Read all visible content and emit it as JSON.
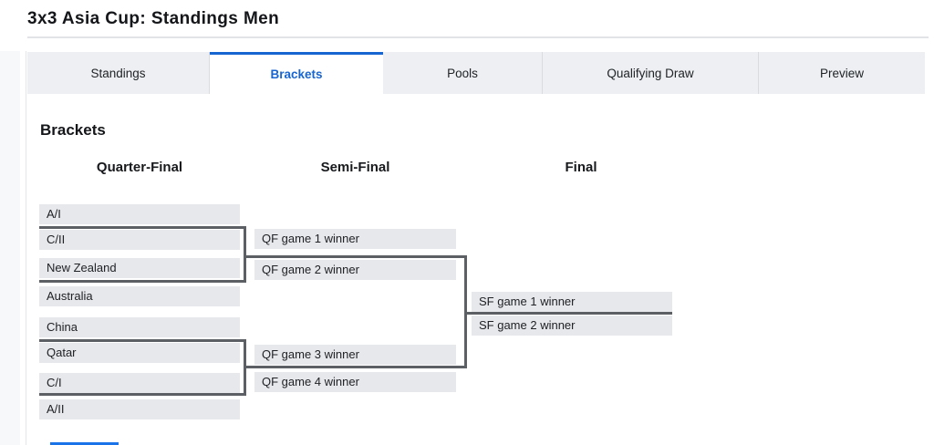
{
  "header": {
    "title": "3x3 Asia Cup: Standings Men"
  },
  "tabs": [
    {
      "label": "Standings",
      "active": false
    },
    {
      "label": "Brackets",
      "active": true
    },
    {
      "label": "Pools",
      "active": false
    },
    {
      "label": "Qualifying Draw",
      "active": false
    },
    {
      "label": "Preview",
      "active": false
    }
  ],
  "section": {
    "heading": "Brackets"
  },
  "bracket": {
    "round_headers": [
      "Quarter-Final",
      "Semi-Final",
      "Final"
    ],
    "quarterfinal_slots": [
      "A/I",
      "C/II",
      "New Zealand",
      "Australia",
      "China",
      "Qatar",
      "C/I",
      "A/II"
    ],
    "semifinal_slots": [
      "QF game 1 winner",
      "QF game 2 winner",
      "QF game 3 winner",
      "QF game 4 winner"
    ],
    "final_slots": [
      "SF game 1 winner",
      "SF game 2 winner"
    ]
  },
  "colors": {
    "accent_blue": "#1765d1",
    "slot_background": "#e6e8ec",
    "connector_gray": "#5c6065",
    "inactive_tab_background": "#edeff2"
  }
}
